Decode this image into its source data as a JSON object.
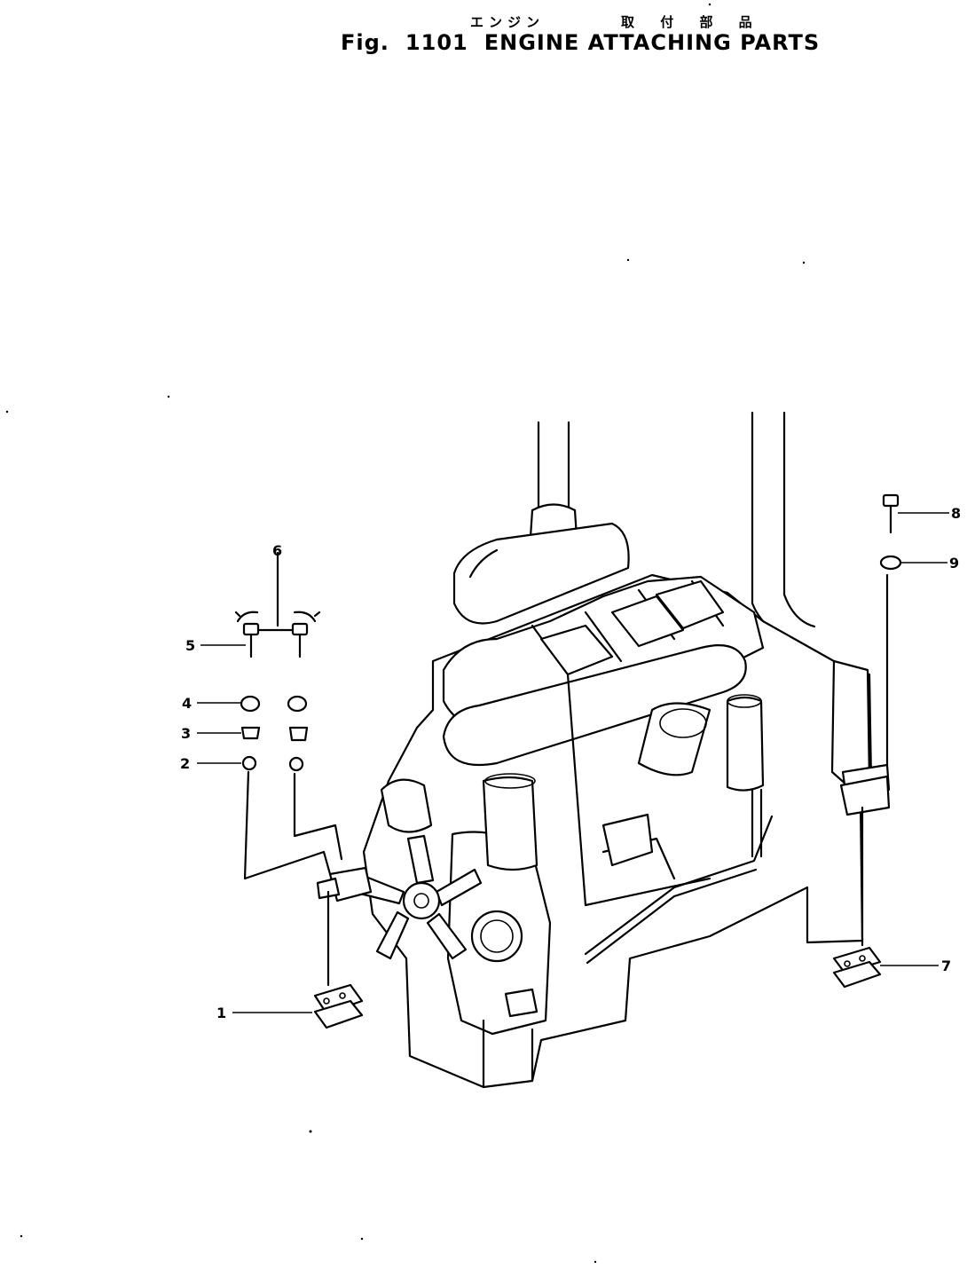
{
  "header": {
    "jp_engine": "エンジン",
    "jp_attaching": "取 付 部 品",
    "fig_label": "Fig.",
    "fig_number": "1101",
    "title": "ENGINE ATTACHING PARTS"
  },
  "callouts": [
    {
      "id": "1",
      "label": "1"
    },
    {
      "id": "2",
      "label": "2"
    },
    {
      "id": "3",
      "label": "3"
    },
    {
      "id": "4",
      "label": "4"
    },
    {
      "id": "5",
      "label": "5"
    },
    {
      "id": "6",
      "label": "6"
    },
    {
      "id": "7",
      "label": "7"
    },
    {
      "id": "8",
      "label": "8"
    },
    {
      "id": "9",
      "label": "9"
    }
  ]
}
